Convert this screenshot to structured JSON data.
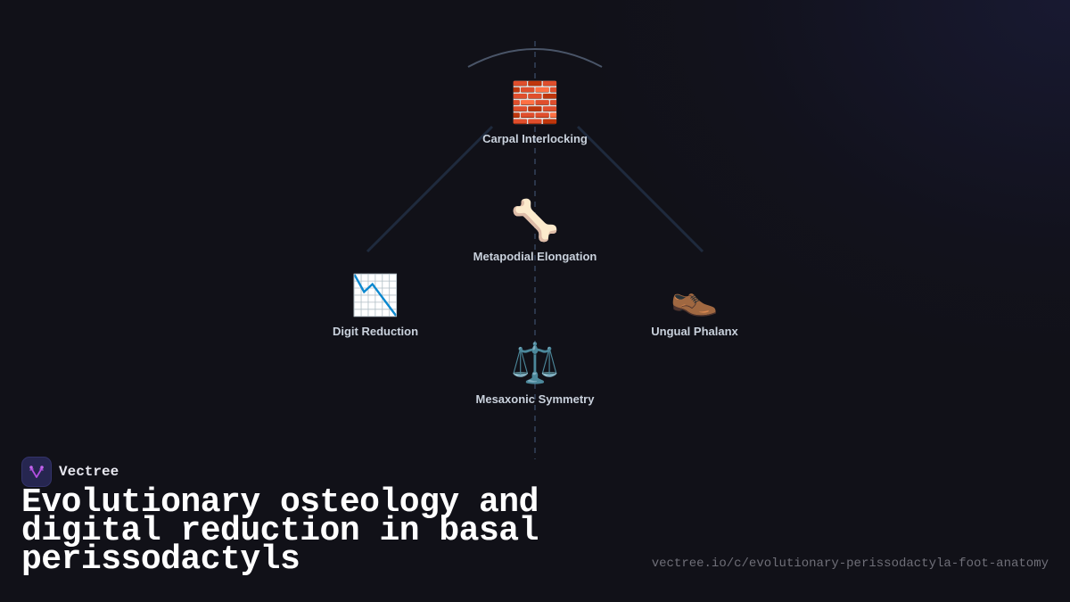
{
  "diagram": {
    "colors": {
      "background": "#111118",
      "connector": "#1f2a3d",
      "arc": "#4a5568",
      "axis_dash": "#34425a",
      "label": "#c9d1dc"
    },
    "nodes": [
      {
        "id": "carpal",
        "label": "Carpal Interlocking",
        "icon": "brick-icon",
        "glyph": "🧱"
      },
      {
        "id": "metapodial",
        "label": "Metapodial Elongation",
        "icon": "bone-icon",
        "glyph": "🦴"
      },
      {
        "id": "digit",
        "label": "Digit Reduction",
        "icon": "chart-decreasing-icon",
        "glyph": "📉"
      },
      {
        "id": "ungual",
        "label": "Ungual Phalanx",
        "icon": "shoe-icon",
        "glyph": "👞"
      },
      {
        "id": "mesaxonic",
        "label": "Mesaxonic Symmetry",
        "icon": "balance-scale-icon",
        "glyph": "⚖️"
      }
    ]
  },
  "brand": {
    "name": "Vectree",
    "logo_icon": "vectree-logo-icon",
    "logo_color": "#b24fe0"
  },
  "title": "Evolutionary osteology and digital reduction in basal perissodactyls",
  "url": "vectree.io/c/evolutionary-perissodactyla-foot-anatomy"
}
